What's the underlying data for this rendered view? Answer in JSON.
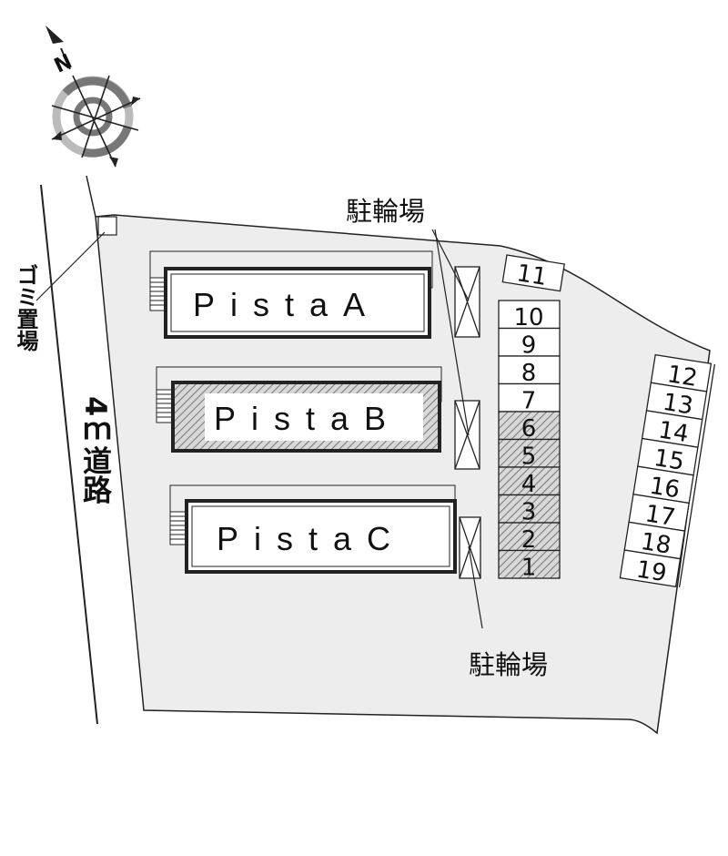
{
  "compass": {
    "north_label": "N"
  },
  "labels": {
    "bicycle_parking_top": "駐輪場",
    "bicycle_parking_bottom": "駐輪場",
    "garbage_area": "ゴミ置場",
    "road": "4ｍ道路"
  },
  "buildings": [
    {
      "name": "PistaA",
      "style": "plain"
    },
    {
      "name": "PistaB",
      "style": "hatched"
    },
    {
      "name": "PistaC",
      "style": "plain"
    }
  ],
  "parking_left_column": [
    {
      "number": "10",
      "hatched": false
    },
    {
      "number": "9",
      "hatched": false
    },
    {
      "number": "8",
      "hatched": false
    },
    {
      "number": "7",
      "hatched": false
    },
    {
      "number": "6",
      "hatched": true
    },
    {
      "number": "5",
      "hatched": true
    },
    {
      "number": "4",
      "hatched": true
    },
    {
      "number": "3",
      "hatched": true
    },
    {
      "number": "2",
      "hatched": true
    },
    {
      "number": "1",
      "hatched": true
    }
  ],
  "parking_top": {
    "number": "11"
  },
  "parking_right_column": [
    "12",
    "13",
    "14",
    "15",
    "16",
    "17",
    "18",
    "19"
  ],
  "colors": {
    "site": "#ededed",
    "line": "#222222",
    "hatch": "#888888"
  }
}
